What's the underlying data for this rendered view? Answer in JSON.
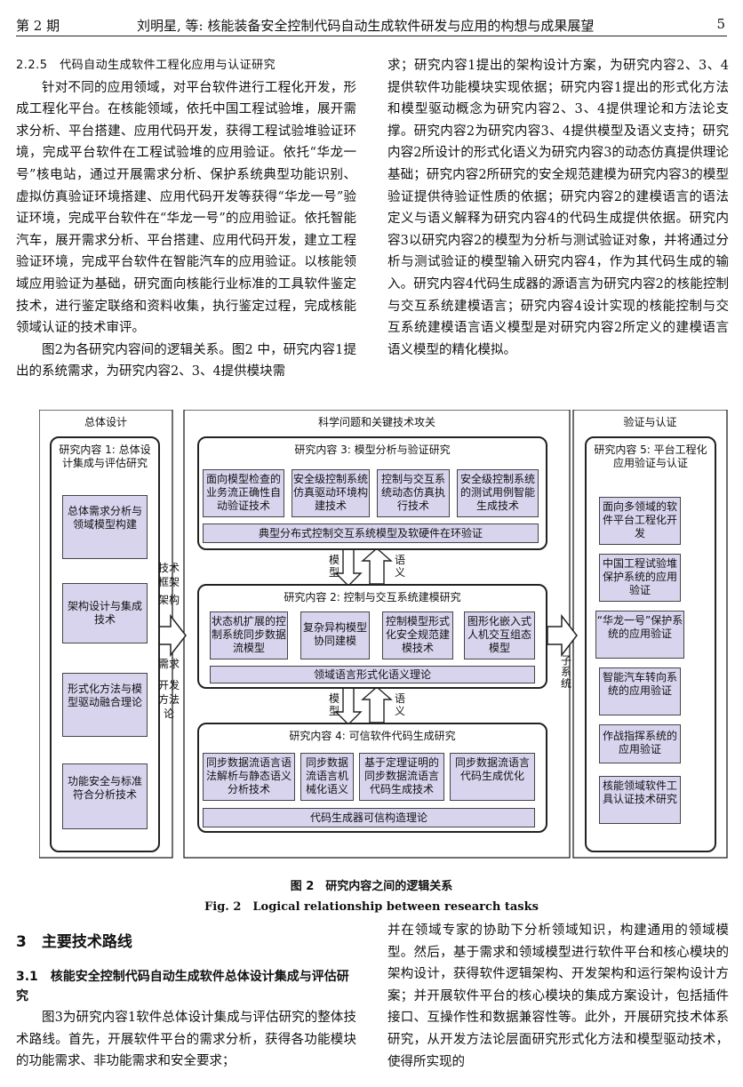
{
  "header": {
    "issue": "第 2 期",
    "title": "刘明星, 等: 核能装备安全控制代码自动生成软件研发与应用的构想与成果展望",
    "page": "5"
  },
  "left_column": {
    "section": "2.2.5　代码自动生成软件工程化应用与认证研究",
    "p1": "针对不同的应用领域，对平台软件进行工程化开发，形成工程化平台。在核能领域，依托中国工程试验堆，展开需求分析、平台搭建、应用代码开发，获得工程试验堆验证环境，完成平台软件在工程试验堆的应用验证。依托“华龙一号”核电站，通过开展需求分析、保护系统典型功能识别、虚拟仿真验证环境搭建、应用代码开发等获得“华龙一号”验证环境，完成平台软件在“华龙一号”的应用验证。依托智能汽车，展开需求分析、平台搭建、应用代码开发，建立工程验证环境，完成平台软件在智能汽车的应用验证。以核能领域应用验证为基础，研究面向核能行业标准的工具软件鉴定技术，进行鉴定联络和资料收集，执行鉴定过程，完成核能领域认证的技术审评。",
    "p2": "图2为各研究内容间的逻辑关系。图2 中，研究内容1提出的系统需求，为研究内容2、3、4提供模块需"
  },
  "right_column": {
    "p": "求；研究内容1提出的架构设计方案，为研究内容2、3、4提供软件功能模块实现依据；研究内容1提出的形式化方法和模型驱动概念为研究内容2、3、4提供理论和方法论支撑。研究内容2为研究内容3、4提供模型及语义支持；研究内容2所设计的形式化语义为研究内容3的动态仿真提供理论基础；研究内容2所研究的安全规范建模为研究内容3的模型验证提供待验证性质的依据；研究内容2的建模语言的语法定义与语义解释为研究内容4的代码生成提供依据。研究内容3以研究内容2的模型为分析与测试验证对象，并将通过分析与测试验证的模型输入研究内容4，作为其代码生成的输入。研究内容4代码生成器的源语言为研究内容2的核能控制与交互系统建模语言；研究内容4设计实现的核能控制与交互系统建模语言语义模型是对研究内容2所定义的建模语言语义模型的精化模拟。"
  },
  "figure": {
    "left_panel": {
      "title": "总体设计",
      "inner_title": "研究内容 1: 总体设计集成与评估研究",
      "items": [
        "总体需求分析与领域模型构建",
        "架构设计与集成技术",
        "形式化方法与模型驱动融合理论",
        "功能安全与标准符合分析技术"
      ]
    },
    "middle_panel": {
      "title": "科学问题和关键技术攻关",
      "rc3": {
        "title": "研究内容 3: 模型分析与验证研究",
        "items": [
          "面向模型检查的业务流正确性自动验证技术",
          "安全级控制系统仿真驱动环境构建技术",
          "控制与交互系统动态仿真执行技术",
          "安全级控制系统的测试用例智能生成技术"
        ],
        "bar": "典型分布式控制交互系统模型及软硬件在环验证"
      },
      "rc2": {
        "title": "研究内容 2: 控制与交互系统建模研究",
        "items": [
          "状态机扩展的控制系统同步数据流模型",
          "复杂异构模型协同建模",
          "控制模型形式化安全规范建模技术",
          "图形化嵌入式人机交互组态模型"
        ],
        "bar": "领域语言形式化语义理论"
      },
      "rc4": {
        "title": "研究内容 4: 可信软件代码生成研究",
        "items": [
          "同步数据流语言语法解析与静态语义分析技术",
          "同步数据流语言机械化语义",
          "基于定理证明的同步数据流语言代码生成技术",
          "同步数据流语言代码生成优化"
        ],
        "bar": "代码生成器可信构造理论"
      },
      "arrow_labels": {
        "model": "模型",
        "semantic": "语义"
      }
    },
    "left_arrow_labels": [
      "技术框架",
      "架构",
      "需求",
      "开发方法论"
    ],
    "right_arrow_label": "子系统",
    "right_panel": {
      "title": "验证与认证",
      "inner_title": "研究内容 5: 平台工程化应用验证与认证",
      "items": [
        "面向多领域的软件平台工程化开发",
        "中国工程试验堆保护系统的应用验证",
        "“华龙一号”保护系统的应用验证",
        "智能汽车转向系统的应用验证",
        "作战指挥系统的应用验证",
        "核能领域软件工具认证技术研究"
      ]
    },
    "caption_cn": "图 2　研究内容之间的逻辑关系",
    "caption_en": "Fig. 2　Logical relationship between research tasks"
  },
  "section3": {
    "heading": "3　主要技术路线",
    "sub_heading": "3.1　核能安全控制代码自动生成软件总体设计集成与评估研究",
    "left_text": "图3为研究内容1软件总体设计集成与评估研究的整体技术路线。首先，开展软件平台的需求分析，获得各功能模块的功能需求、非功能需求和安全要求；",
    "right_text": "并在领域专家的协助下分析领域知识，构建通用的领域模型。然后，基于需求和领域模型进行软件平台和核心模块的架构设计，获得软件逻辑架构、开发架构和运行架构设计方案；并开展软件平台的核心模块的集成方案设计，包括插件接口、互操作性和数据兼容性等。此外，开展研究技术体系研究，从开发方法论层面研究形式化方法和模型驱动技术，使得所实现的"
  },
  "colors": {
    "purple_fill": "#d9d4ee",
    "stroke": "#222222"
  }
}
